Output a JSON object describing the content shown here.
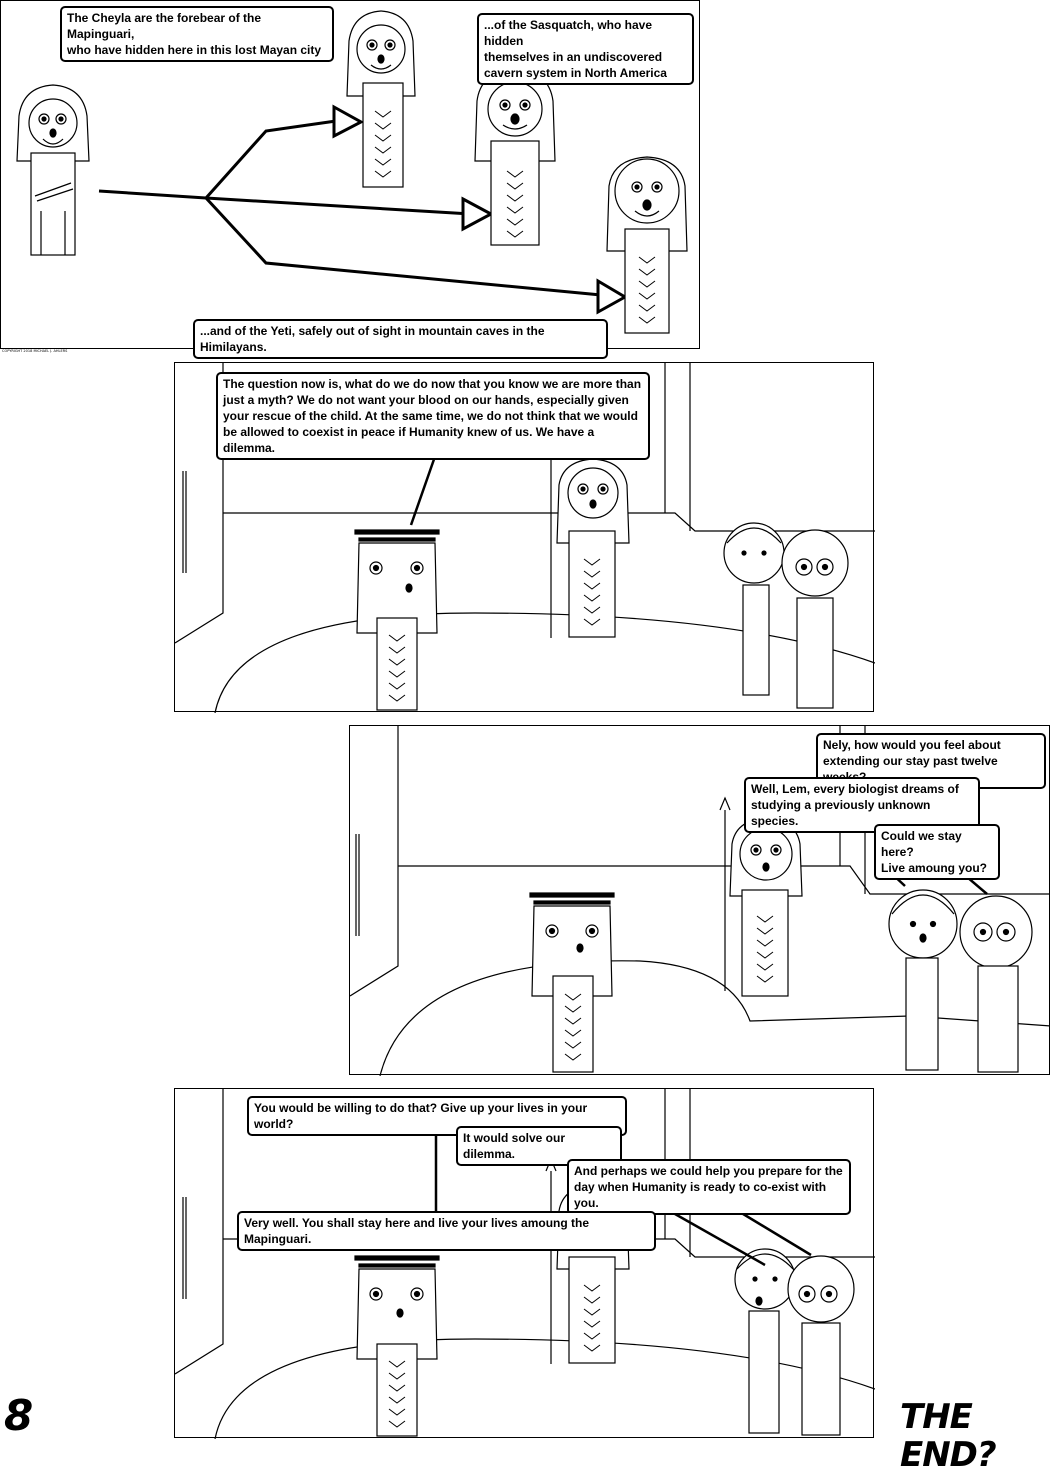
{
  "page": {
    "number": "8",
    "end_text": "THE END?",
    "copyright": "COPYRIGHT 2018 MICHAEL J. AHLERS"
  },
  "panel1": {
    "cheyla": "The Cheyla are the forebear of the Mapinguari,\nwho have hidden here in this lost Mayan city",
    "sasquatch": "...of the Sasquatch, who have hidden\nthemselves in an undiscovered\ncavern system in North America",
    "yeti": "...and of the Yeti, safely out of sight in mountain caves in the Himilayans."
  },
  "panel2": {
    "question": "The question now is, what do we do now that you know we are more than\njust a myth? We do not want your blood on our hands, especially given\nyour rescue of the child. At the same time, we do not think that we would\nbe allowed to coexist in peace if Humanity knew of us. We have a dilemma."
  },
  "panel3": {
    "nely": "Nely, how would you feel about\nextending our stay past twelve weeks?",
    "lem": "Well, Lem, every biologist dreams of\nstudying a previously unknown species.",
    "stay": "Could we stay here?\nLive amoung you?"
  },
  "panel4": {
    "willing": "You would be willing to do that? Give up your lives in your world?",
    "solve": "It would solve our dilemma.",
    "prepare": "And perhaps we could help you prepare for the\nday when Humanity is ready to co-exist with you.",
    "very_well": "Very well. You shall stay here and live your lives amoung the Mapinguari."
  }
}
